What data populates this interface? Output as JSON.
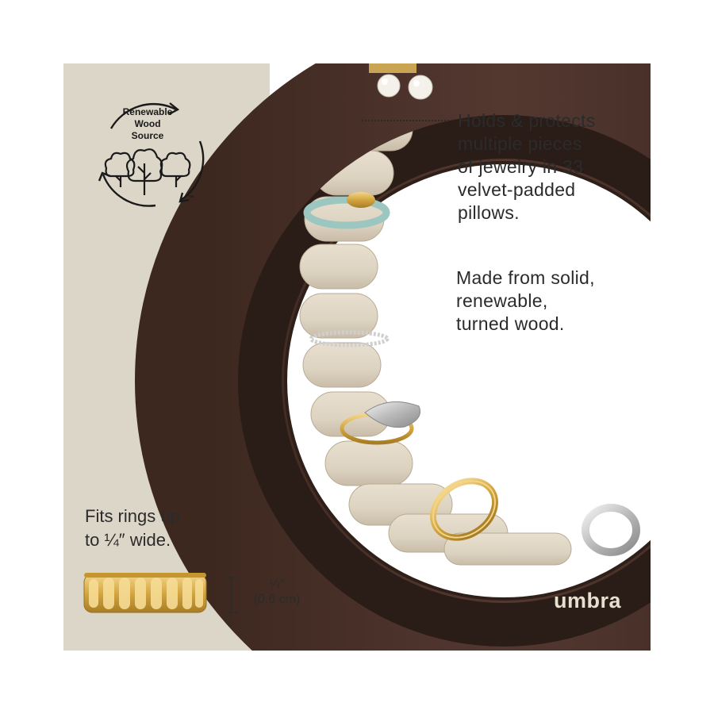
{
  "badge": {
    "lines": [
      "Renewable",
      "Wood",
      "Source"
    ],
    "trademark": "™",
    "icon": "recycle-trees-icon"
  },
  "features": {
    "holds_lines": [
      "Holds & protects",
      "multiple pieces",
      "of jewelry in 33",
      "velvet-padded",
      "pillows."
    ],
    "material_lines": [
      "Made from solid,",
      "renewable,",
      "turned wood."
    ]
  },
  "fit": {
    "lines": [
      "Fits rings up",
      "to ¼″ wide."
    ],
    "dimension_imperial": "¼″",
    "dimension_metric": "(0.6 cm)"
  },
  "brand": {
    "name": "umbra"
  },
  "colors": {
    "background_beige": "#dcd6c9",
    "wood": "#4a3128",
    "velvet": "#ddd3c1",
    "text": "#2b2b2b",
    "gold": "#d4a640",
    "silver": "#c7c7c7",
    "aqua": "#9cc7c0"
  }
}
